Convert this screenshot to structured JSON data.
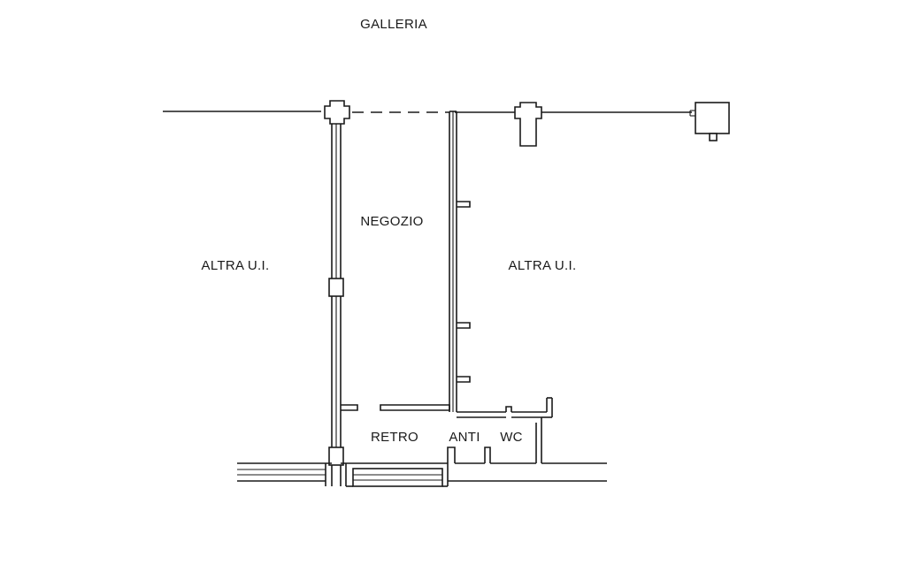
{
  "labels": {
    "galleria": "GALLERIA",
    "negozio": "NEGOZIO",
    "altra_left": "ALTRA U.I.",
    "altra_right": "ALTRA U.I.",
    "retro": "RETRO",
    "anti": "ANTI",
    "wc": "WC"
  },
  "colors": {
    "line": "#1a1a1a",
    "background": "#ffffff"
  }
}
